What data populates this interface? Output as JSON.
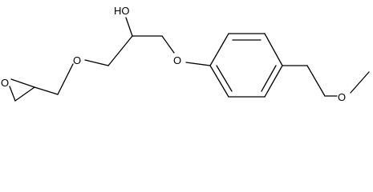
{
  "labels": {
    "epoxide_oxygen": "O",
    "ether_oxygen_left": "O",
    "hydroxyl": "HO",
    "ether_oxygen_aryl": "O",
    "ether_oxygen_methoxy": "O"
  }
}
